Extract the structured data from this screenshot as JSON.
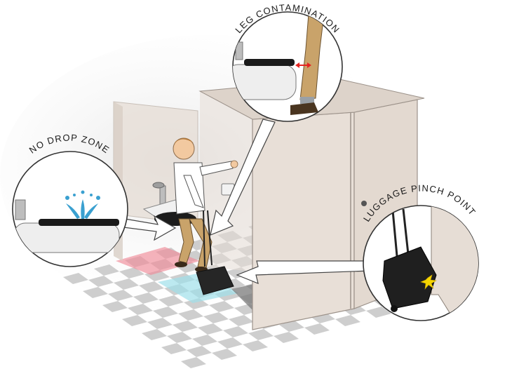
{
  "callouts": {
    "leg_contamination": "LEG CONTAMINATION",
    "no_drop_zone": "NO DROP ZONE",
    "luggage_pinch_point": "LUGGAGE PINCH POINT"
  },
  "colors": {
    "stall": "#e6ddd5",
    "stall_dark": "#cfc4bb",
    "floor_tile": "#bdbdbd",
    "no_drop_zone_highlight": "#f08a98",
    "luggage_zone_highlight": "#9fe0ea",
    "pinch_zone": "#8a8a8a",
    "arrow_red": "#e52421",
    "water": "#3aa0d0",
    "luggage": "#1f1f1f",
    "impact": "#f5d400"
  },
  "icons": {
    "toilet_seat": "toilet-seat-icon",
    "water_splash": "water-splash-icon",
    "double_arrow": "double-arrow-icon",
    "luggage": "rolling-luggage-icon",
    "impact": "impact-burst-icon"
  }
}
